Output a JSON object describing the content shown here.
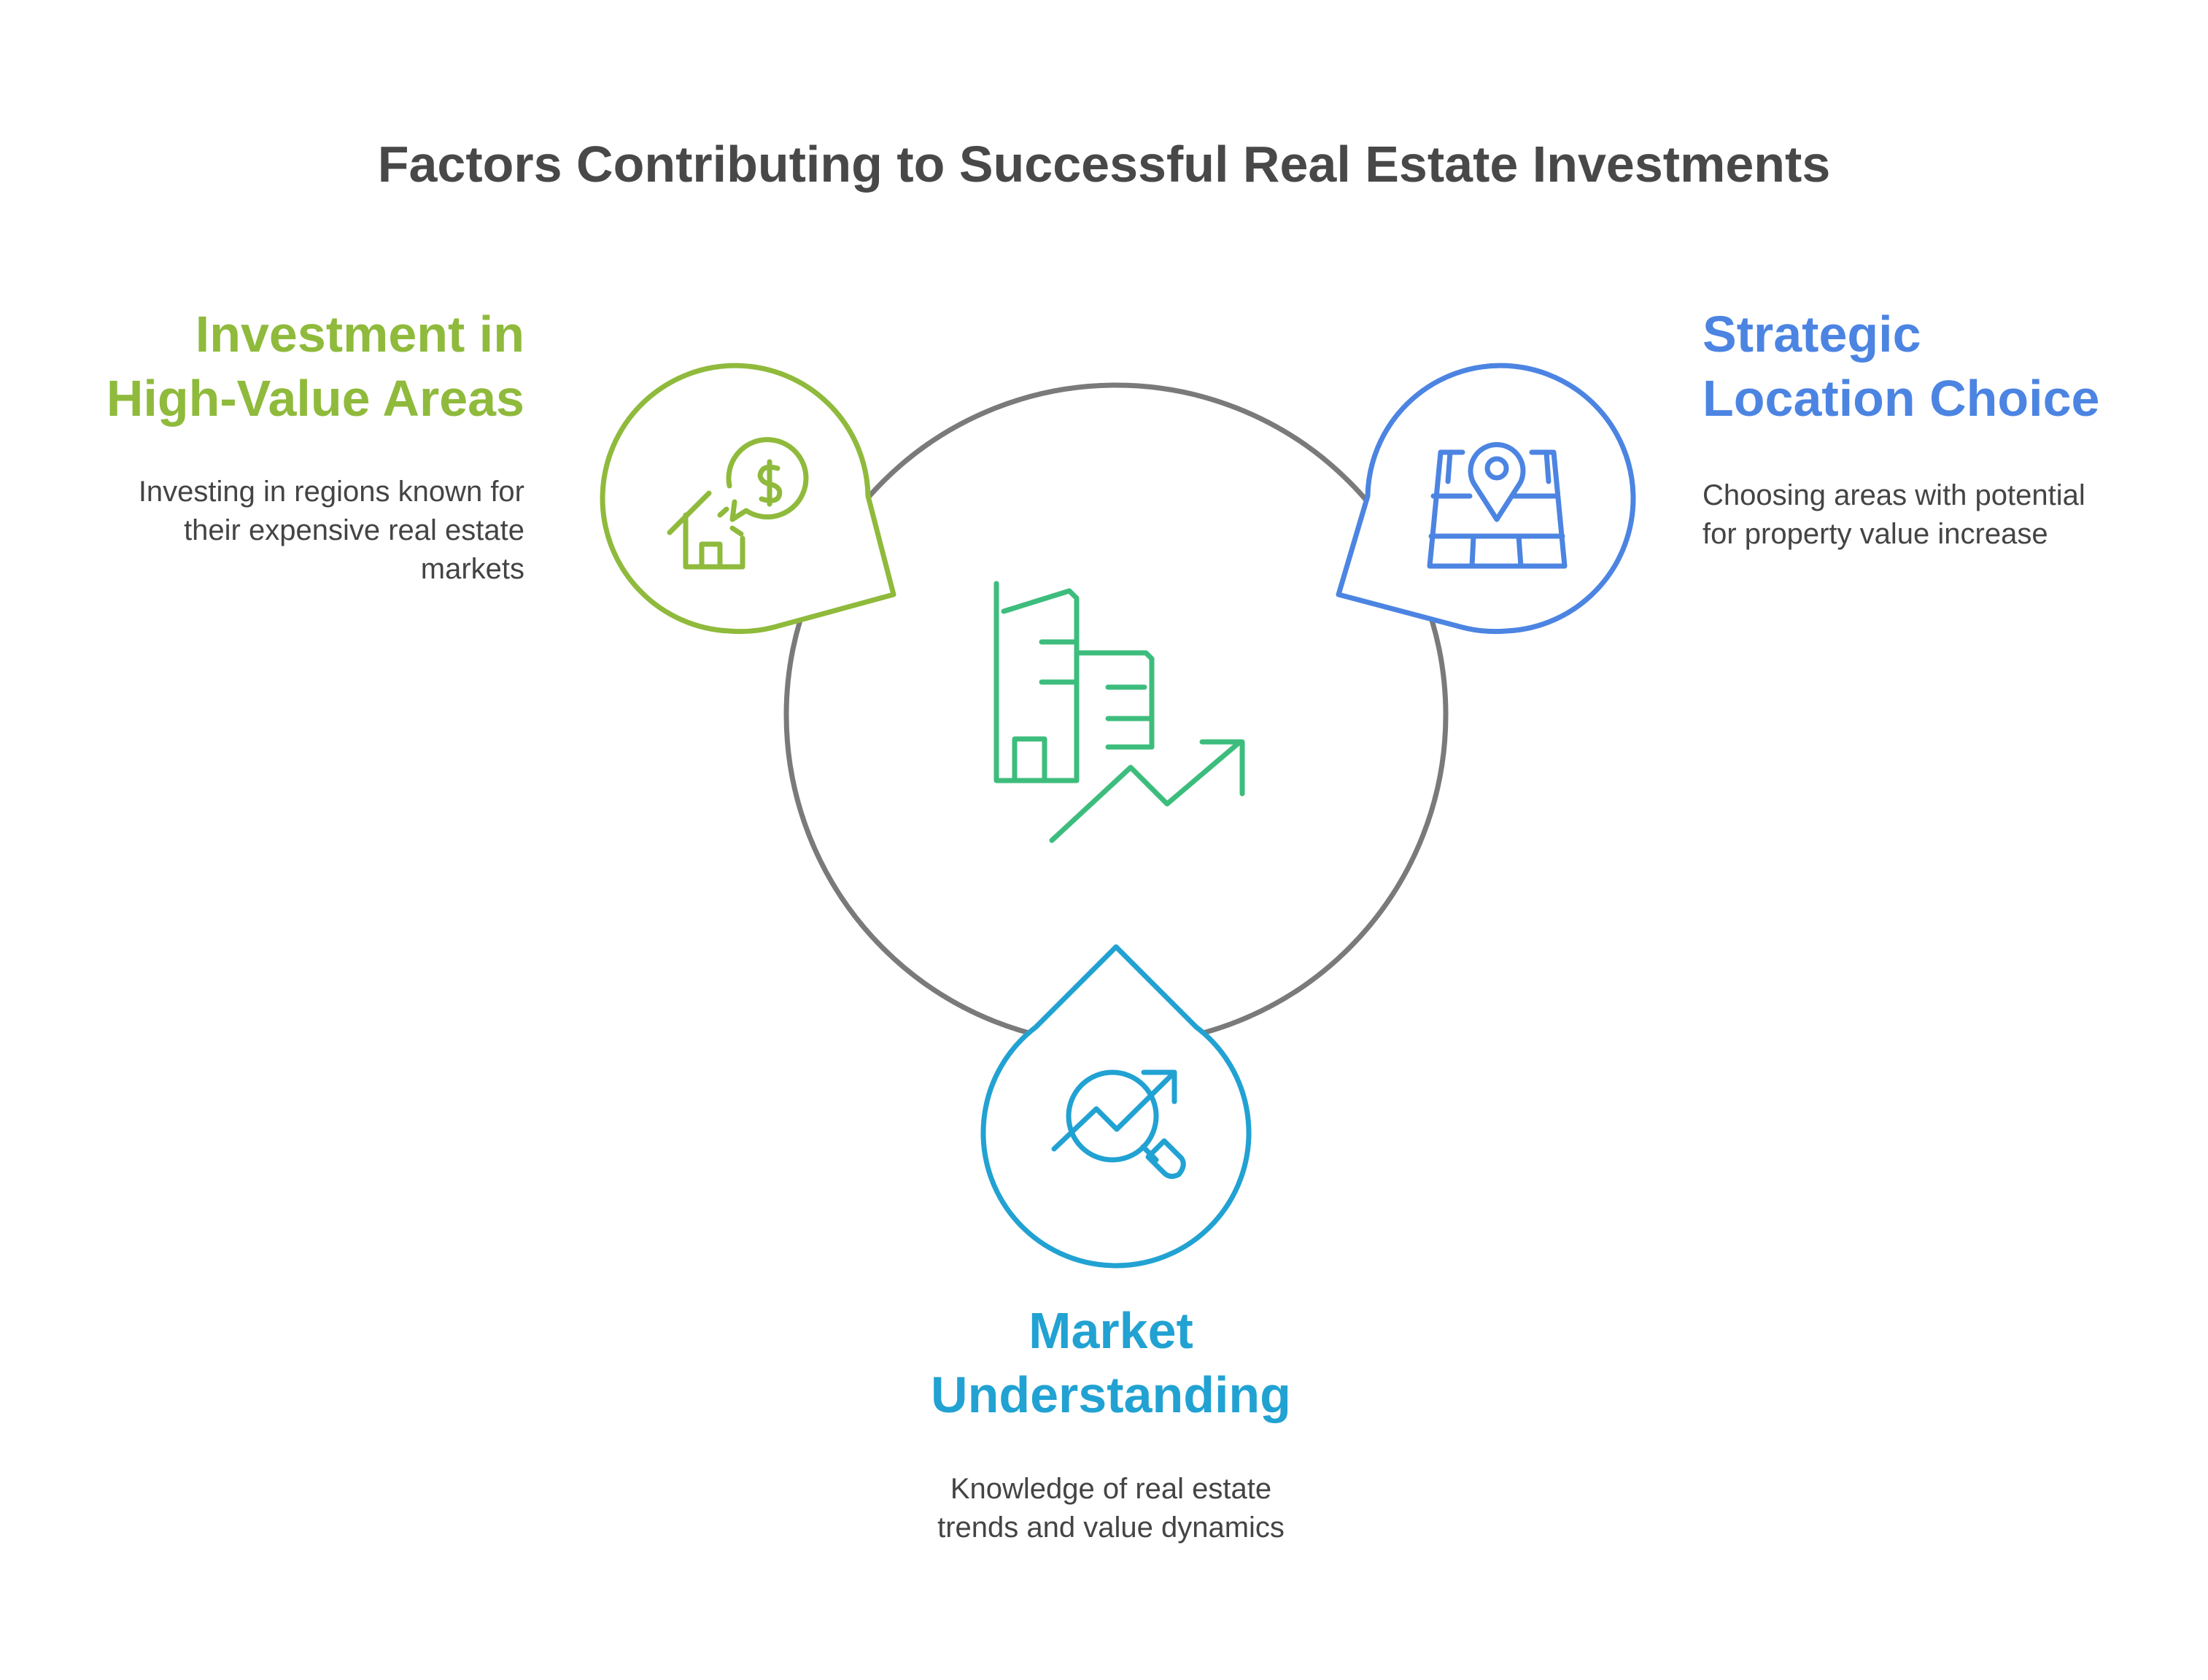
{
  "title": "Factors Contributing to Successful Real Estate Investments",
  "colors": {
    "ring": "#7a7a7a",
    "center_icon": "#3dbd7d",
    "green": "#8fba3c",
    "blue": "#4c84e2",
    "cyan": "#21a2d2",
    "text": "#444444",
    "title": "#484848"
  },
  "center": {
    "icon": "buildings-growth-icon"
  },
  "factors": {
    "left": {
      "heading": "Investment in\nHigh-Value Areas",
      "description": "Investing in regions known for\ntheir expensive real estate\nmarkets",
      "icon": "house-dollar-icon",
      "color": "#8fba3c"
    },
    "right": {
      "heading": "Strategic\nLocation Choice",
      "description": "Choosing areas with potential\nfor property value increase",
      "icon": "map-pin-icon",
      "color": "#4c84e2"
    },
    "bottom": {
      "heading": "Market\nUnderstanding",
      "description": "Knowledge of real estate\ntrends and value dynamics",
      "icon": "market-analysis-icon",
      "color": "#21a2d2"
    }
  }
}
